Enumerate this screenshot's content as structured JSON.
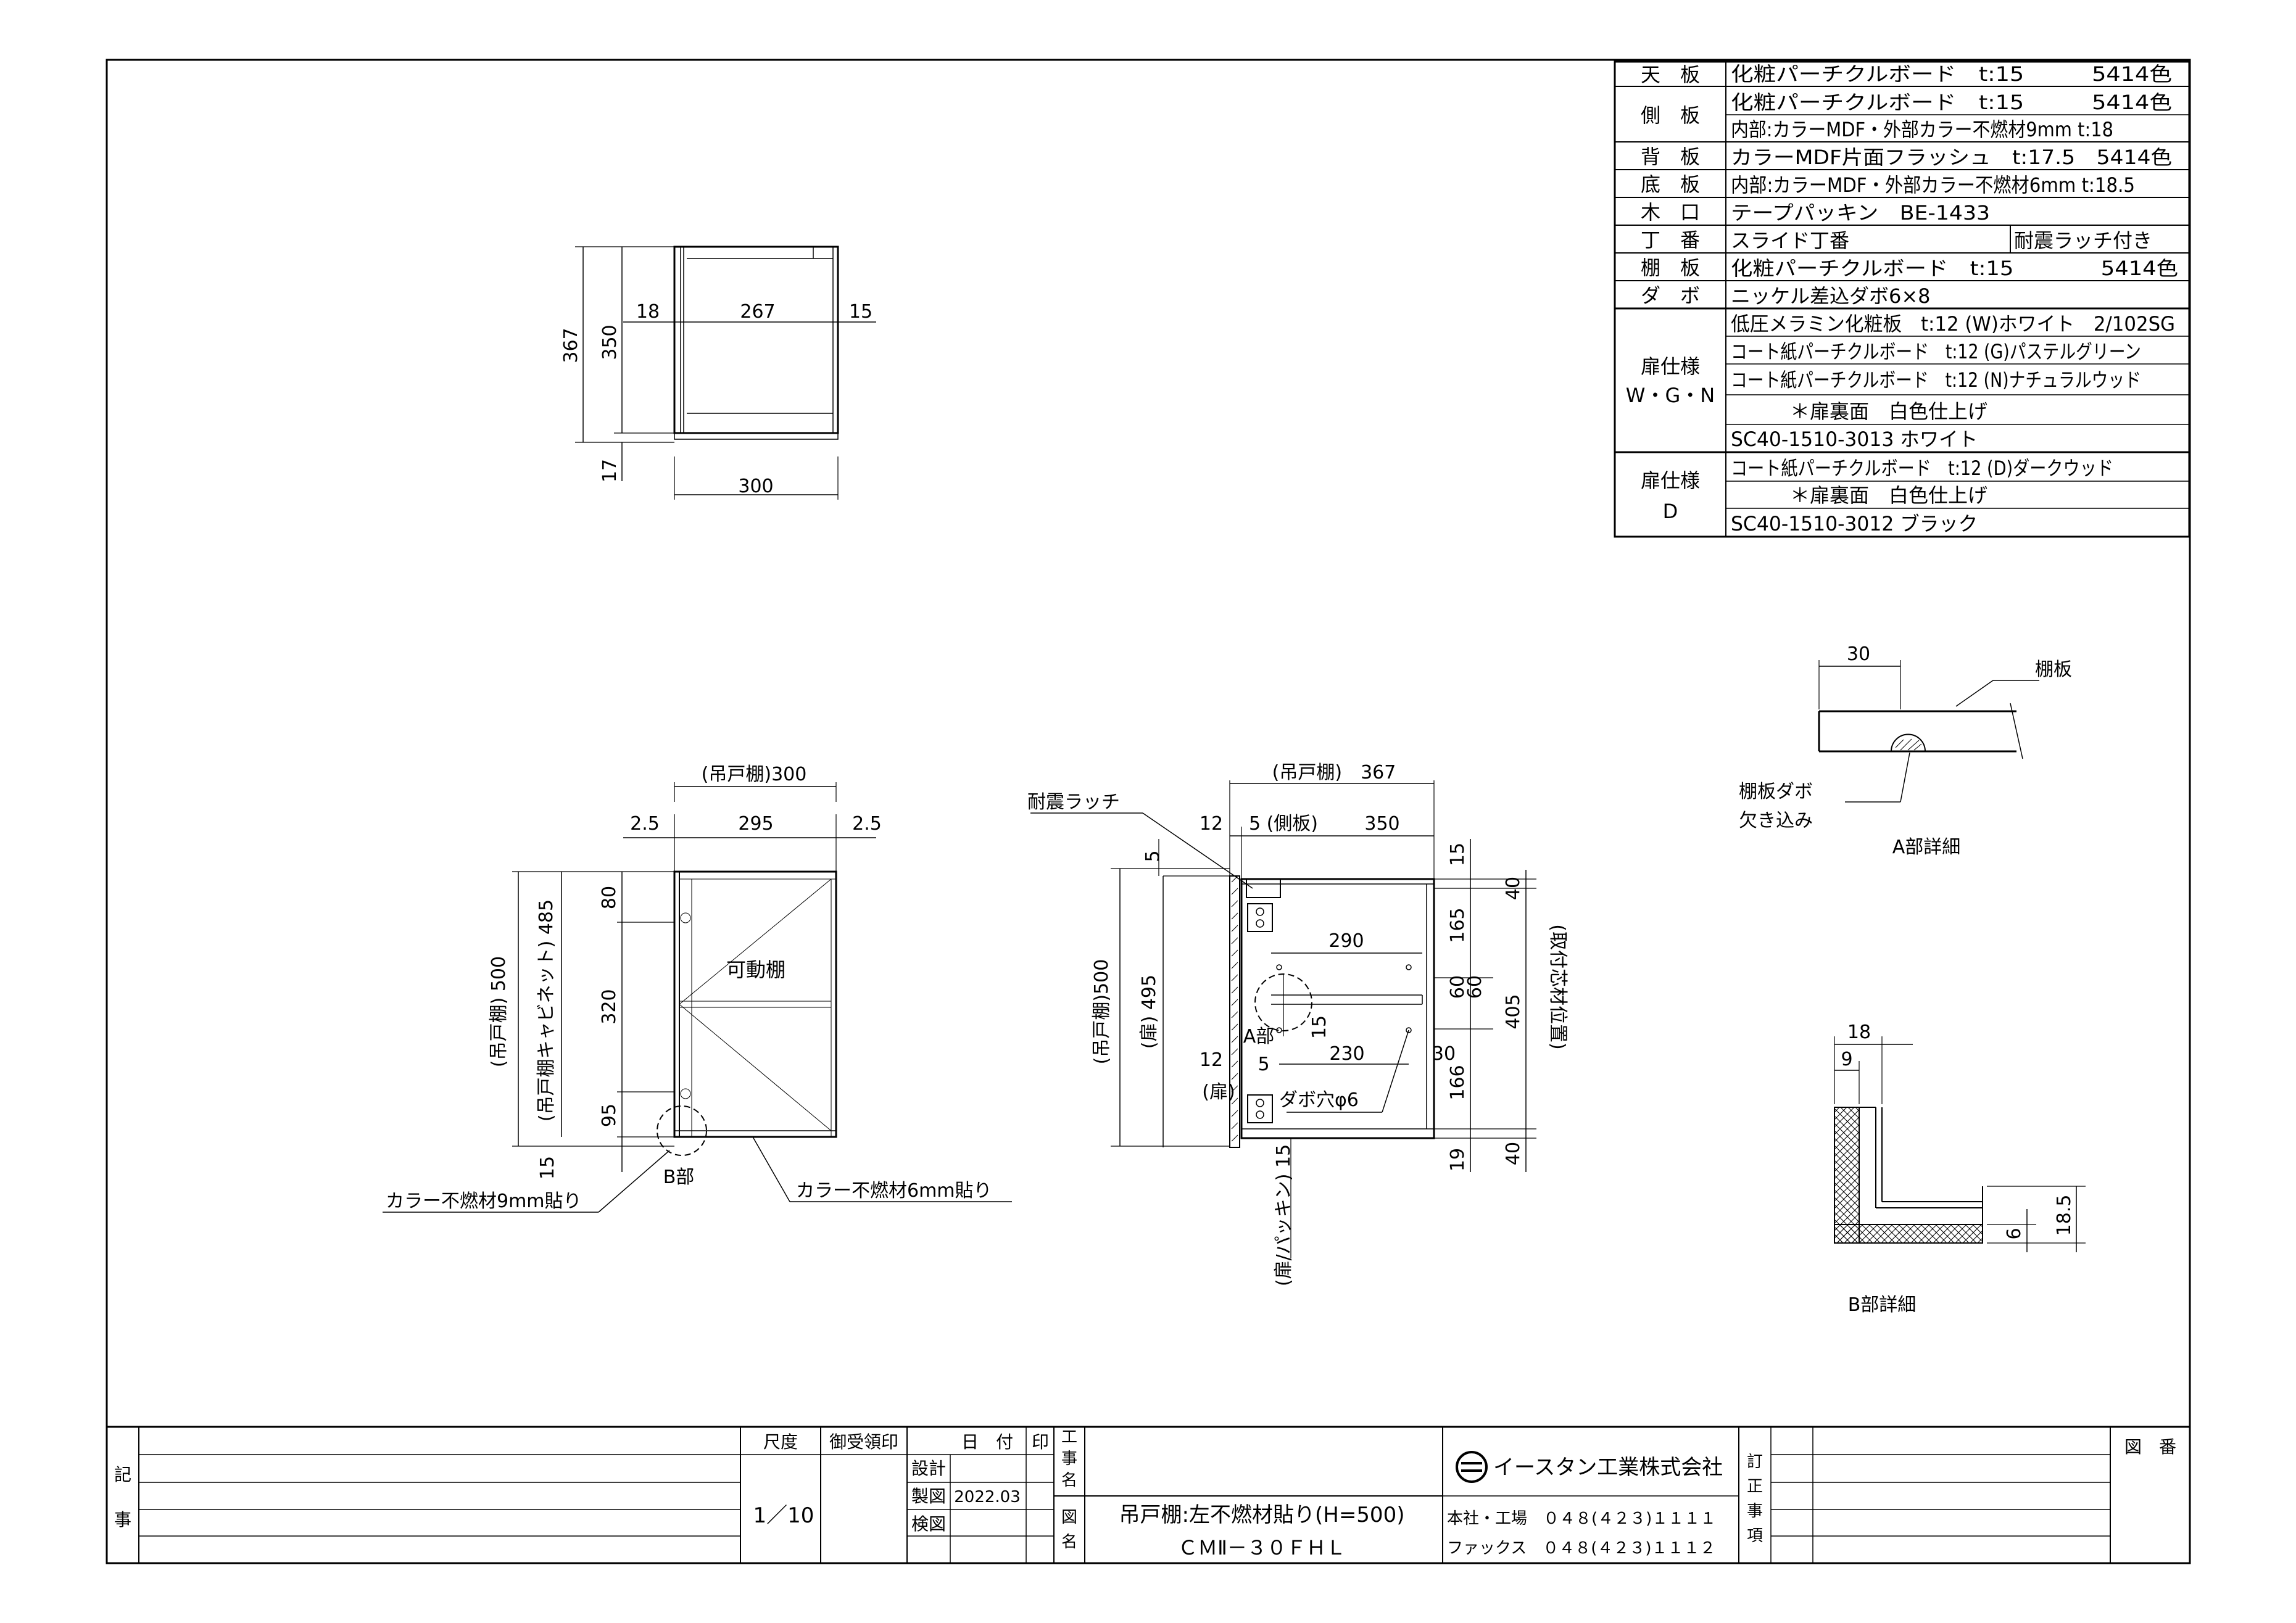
{
  "spec_table": {
    "rows": [
      {
        "label": "天　板",
        "lines": [
          "化粧パーチクルボード　t:15　　　5414色"
        ]
      },
      {
        "label": "側　板",
        "lines": [
          "化粧パーチクルボード　t:15　　　5414色",
          "内部:カラーMDF・外部カラー不燃材9mm t:18"
        ]
      },
      {
        "label": "背　板",
        "lines": [
          "カラーMDF片面フラッシュ　t:17.5　5414色"
        ]
      },
      {
        "label": "底　板",
        "lines": [
          "内部:カラーMDF・外部カラー不燃材6mm t:18.5"
        ]
      },
      {
        "label": "木　口",
        "lines": [
          "テープパッキン　BE-1433"
        ]
      },
      {
        "label": "丁　番",
        "lines": [
          "スライド丁番"
        ],
        "note": "耐震ラッチ付き"
      },
      {
        "label": "棚　板",
        "lines": [
          "化粧パーチクルボード　t:15　　　　5414色"
        ]
      },
      {
        "label": "ダ　ボ",
        "lines": [
          "ニッケル差込ダボ6×8"
        ]
      }
    ],
    "door_wgn": {
      "label": "扉仕様",
      "sub": "W・G・N",
      "lines": [
        "低圧メラミン化粧板　t:12 (W)ホワイト　2/102SG",
        "コート紙パーチクルボード　t:12 (G)パステルグリーン",
        "コート紙パーチクルボード　t:12 (N)ナチュラルウッド",
        "　　　＊扉裏面　白色仕上げ",
        "SC40-1510-3013 ホワイト"
      ]
    },
    "door_d": {
      "label": "扉仕様",
      "sub": "D",
      "lines": [
        "コート紙パーチクルボード　t:12 (D)ダークウッド",
        "　　　＊扉裏面　白色仕上げ",
        "SC40-1510-3012 ブラック"
      ]
    }
  },
  "top_view": {
    "d_outer": "367",
    "d_inner": "350",
    "left_t": "18",
    "inner_w": "267",
    "right_t": "15",
    "bottom": "17",
    "width": "300"
  },
  "front_view": {
    "title_w": "(吊戸棚)300",
    "left_gap": "2.5",
    "inner_w": "295",
    "right_gap": "2.5",
    "h80": "80",
    "h320": "320",
    "h95": "95",
    "h15": "15",
    "label_h500": "(吊戸棚) 500",
    "label_h485": "(吊戸棚キャビネット) 485",
    "shelf_label": "可動棚",
    "b_label": "B部",
    "callout_left": "カラー不燃材9mm貼り",
    "callout_right": "カラー不燃材6mm貼り"
  },
  "side_view": {
    "title_d": "(吊戸棚)　367",
    "latch_label": "耐震ラッチ",
    "d12": "12",
    "d5": "5 (側板)",
    "d350": "350",
    "top5": "5",
    "label_h500": "(吊戸棚)500",
    "label_door495": "(扉) 495",
    "w290": "290",
    "w15": "15",
    "a_label": "A部",
    "w5": "5",
    "w230": "230",
    "w30": "30",
    "d12b": "12",
    "door_label": "(扉)",
    "dowel_label": "ダボ穴φ6",
    "gap_label": "(扉/パッキン) 15",
    "r15": "15",
    "r165a": "165",
    "r60a": "60",
    "r60b": "60",
    "r166": "166",
    "r19": "19",
    "m40a": "40",
    "m405": "405",
    "m40b": "40",
    "mount_label": "(取付芯材位置)"
  },
  "detail_a": {
    "dim": "30",
    "shelf": "棚板",
    "dowel_l1": "棚板ダボ",
    "dowel_l2": "欠き込み",
    "title": "A部詳細"
  },
  "detail_b": {
    "d18": "18",
    "d9": "9",
    "d6": "6",
    "d185": "18.5",
    "title": "B部詳細"
  },
  "title_block": {
    "ki": "記",
    "ji": "事",
    "scale_h": "尺度",
    "scale": "1／10",
    "recv_h": "御受領印",
    "date_h": "日　付",
    "seal_h": "印",
    "design": "設計",
    "drawn": "製図",
    "check": "検図",
    "drawn_date": "2022.03",
    "koji": [
      "工",
      "事",
      "名"
    ],
    "zumei": [
      "図",
      "名"
    ],
    "drawing_name": "吊戸棚:左不燃材貼り(H=500)",
    "model": "ＣＭⅡ－３０ＦＨＬ",
    "company": "イースタン工業株式会社",
    "tel": "本社・工場　０４８(４２３)１１１１",
    "fax": "ファックス　０４８(４２３)１１１２",
    "revision": [
      "訂",
      "正",
      "事",
      "項"
    ],
    "zuban": "図　番"
  }
}
